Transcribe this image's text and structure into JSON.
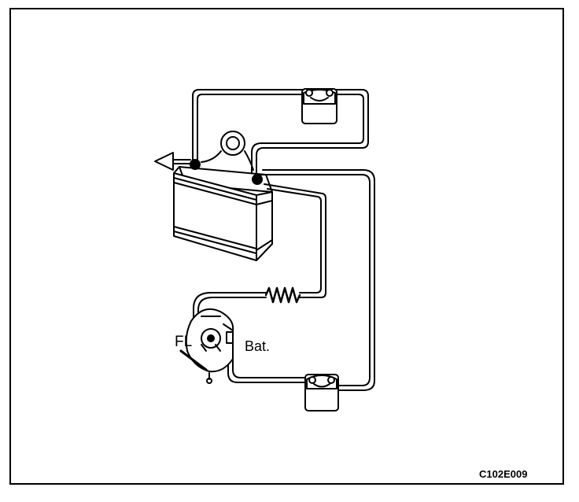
{
  "diagram": {
    "labels": {
      "fl": "FL",
      "bat": "Bat."
    },
    "figure_code": "C102E009"
  }
}
